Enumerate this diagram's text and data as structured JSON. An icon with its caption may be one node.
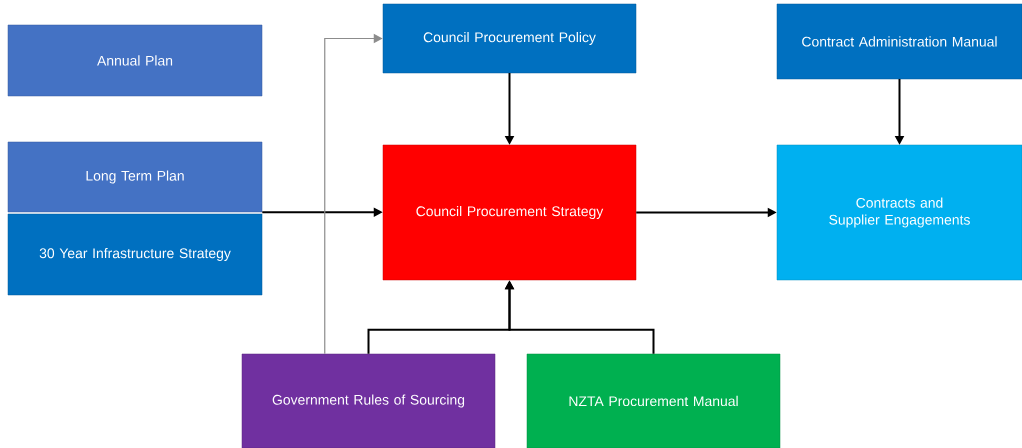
{
  "diagram": {
    "nodes": [
      {
        "text": [
          "Annual Plan"
        ]
      },
      {
        "text": [
          "Long Term Plan"
        ]
      },
      {
        "text": [
          "30 Year Infrastructure Strategy"
        ]
      },
      {
        "text": [
          "Council Procurement Policy"
        ]
      },
      {
        "text": [
          "Contract Administration Manual"
        ]
      },
      {
        "text": [
          "Council Procurement Strategy"
        ]
      },
      {
        "text": [
          "Contracts and Supplier Engagements"
        ]
      },
      {
        "text": [
          "Government Rules of Sourcing"
        ]
      },
      {
        "text": [
          "NZTA Procurement Manual"
        ]
      }
    ],
    "edges": [
      {
        "from": 1,
        "to": 5,
        "arrow": "to"
      },
      {
        "from": 3,
        "to": 5,
        "arrow": "to"
      },
      {
        "from": 4,
        "to": 6,
        "arrow": "to"
      },
      {
        "from": 5,
        "to": 6,
        "arrow": "to"
      },
      {
        "from": 7,
        "to": 5,
        "arrow": "to"
      },
      {
        "from": 8,
        "to": 5,
        "arrow": "to"
      },
      {
        "from": 7,
        "to": 3,
        "arrow": "to",
        "color": "#8c8c8c"
      }
    ]
  }
}
